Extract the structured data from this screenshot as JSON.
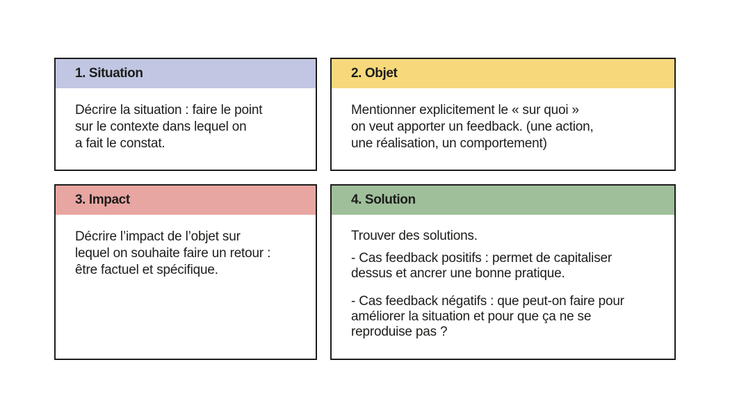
{
  "colors": {
    "situation": "#c1c6e2",
    "objet": "#f7d97c",
    "impact": "#e8a6a2",
    "solution": "#9fbf9b",
    "border": "#1d1d1b"
  },
  "cards": [
    {
      "title": "1. Situation",
      "paragraphs": [
        [
          "Décrire la situation :  faire le point",
          "sur le contexte  dans lequel on",
          "a fait le constat."
        ]
      ]
    },
    {
      "title": "2. Objet",
      "paragraphs": [
        [
          "Mentionner explicitement le « sur quoi »",
          "on veut apporter un feedback.  (une action,",
          "une réalisation, un comportement)"
        ]
      ]
    },
    {
      "title": "3. Impact",
      "paragraphs": [
        [
          "Décrire l’impact de l’objet sur",
          "lequel  on souhaite faire un retour :",
          "être factuel et spécifique."
        ]
      ]
    },
    {
      "title": "4. Solution",
      "paragraphs": [
        [
          "Trouver des solutions."
        ],
        [
          "- Cas feedback positifs : permet de  capitaliser",
          "dessus et ancrer une  bonne pratique."
        ],
        [
          "- Cas feedback négatifs : que peut-on faire pour",
          "améliorer la situation et pour que  ça ne se",
          "reproduise pas ?"
        ]
      ]
    }
  ]
}
